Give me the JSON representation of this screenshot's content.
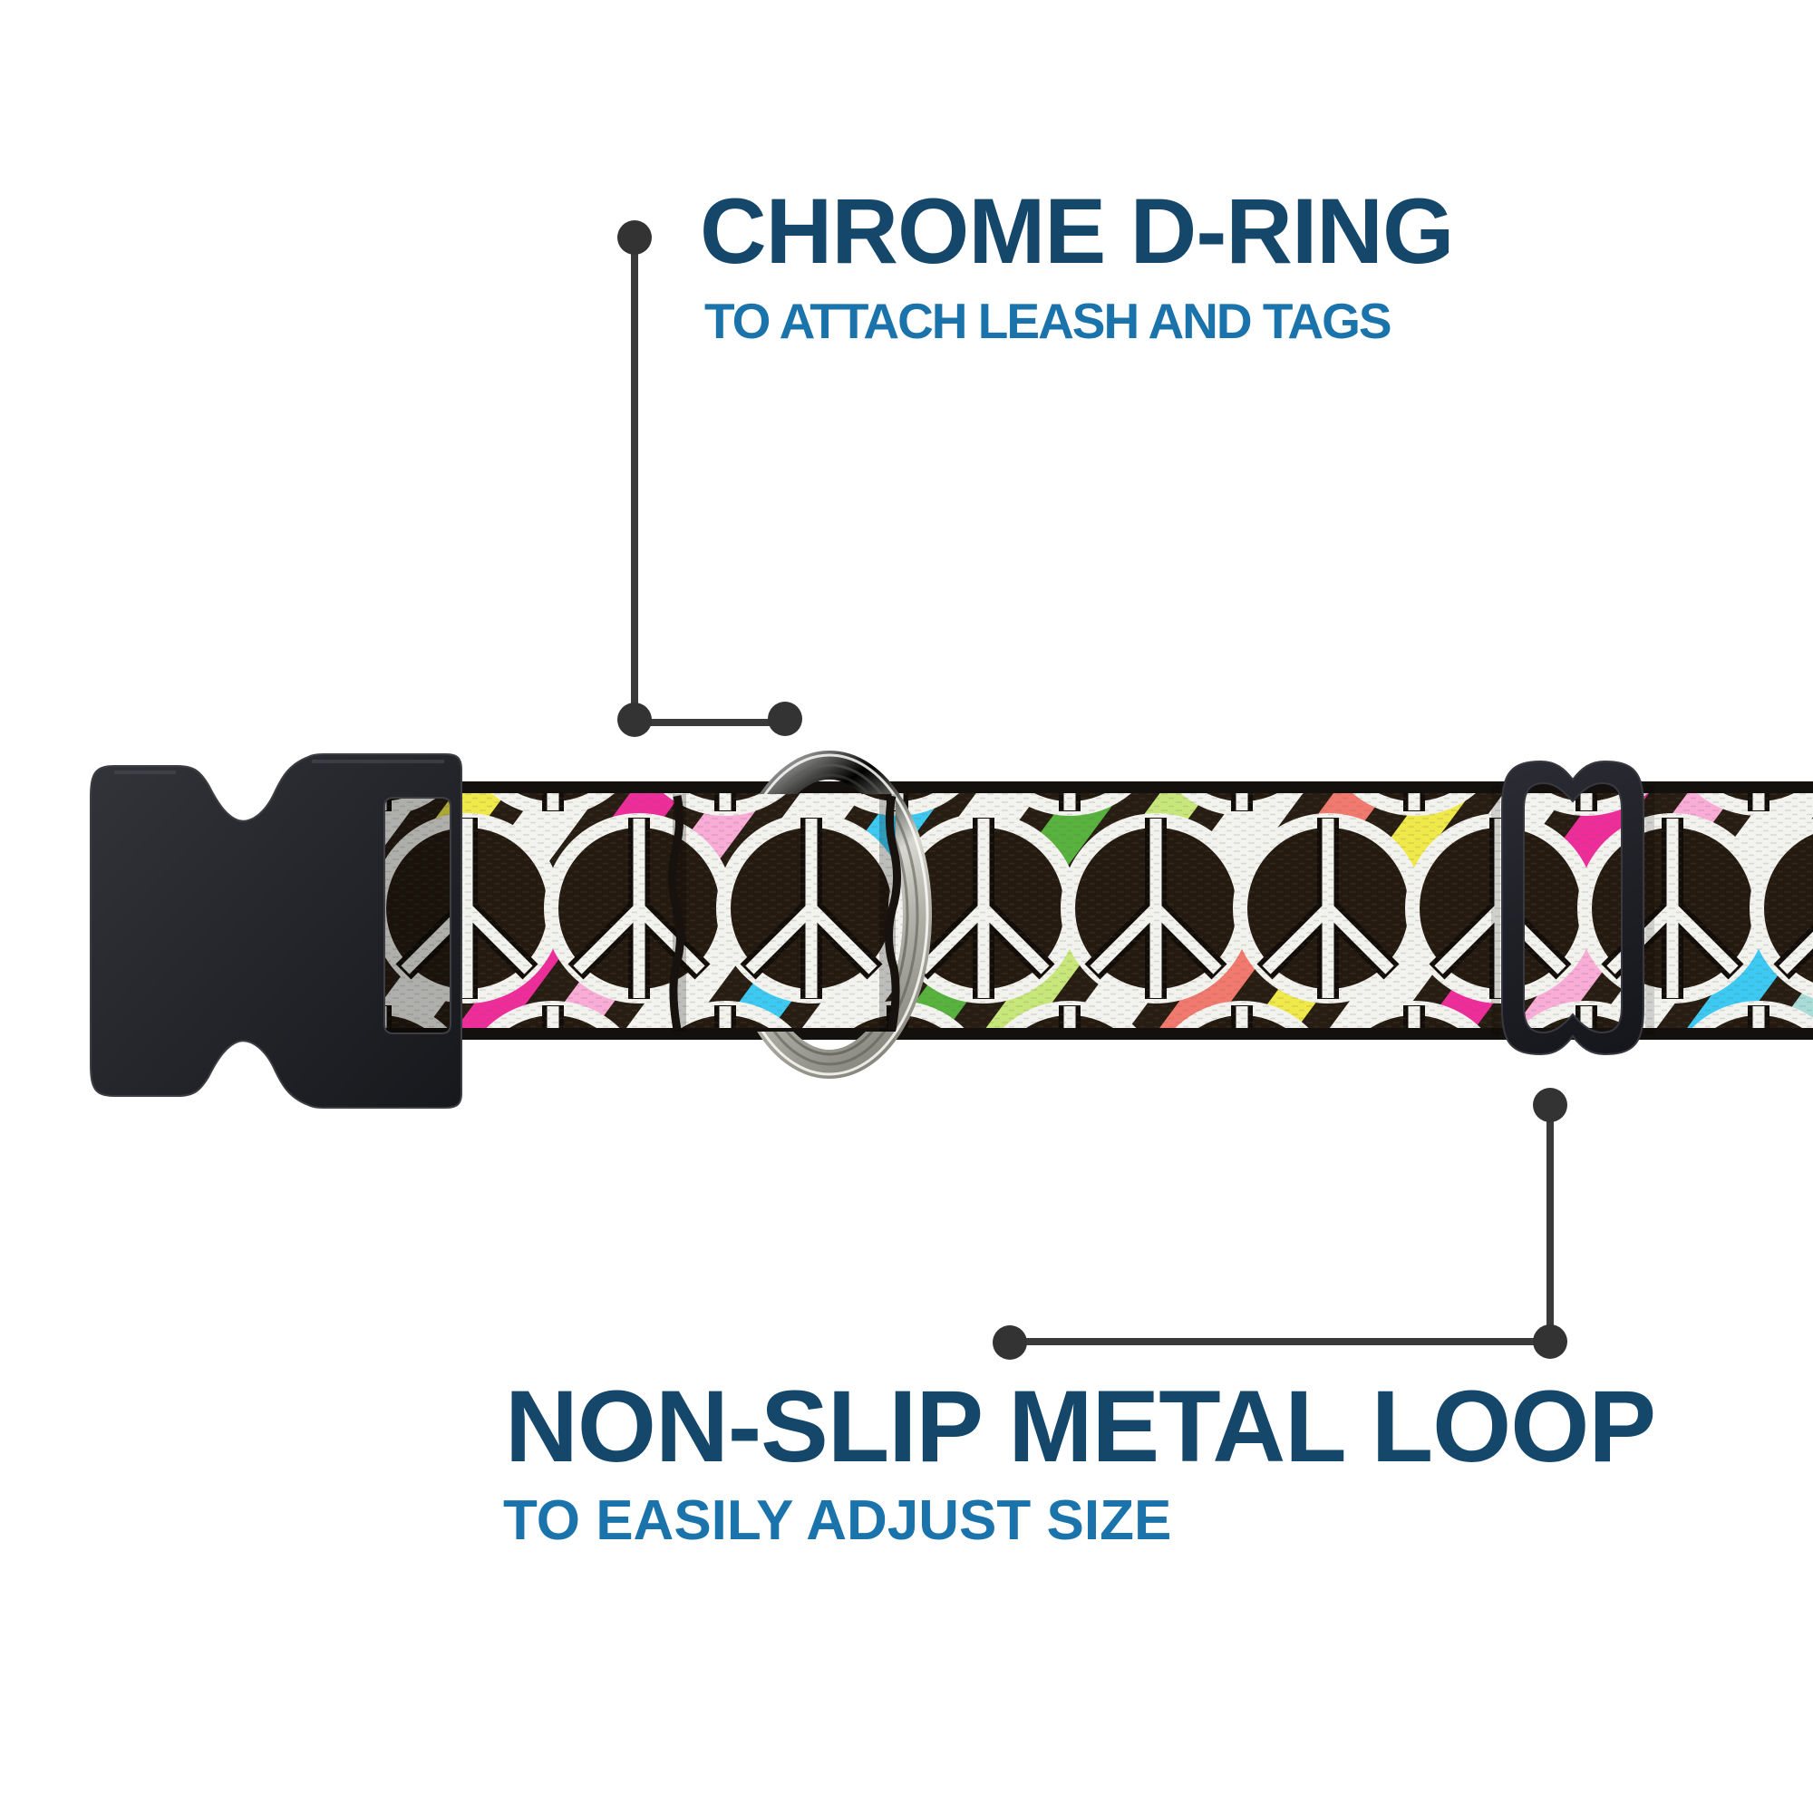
{
  "callouts": {
    "d_ring": {
      "title": "CHROME D-RING",
      "subtitle": "TO ATTACH LEASH AND TAGS"
    },
    "metal_loop": {
      "title": "NON-SLIP METAL LOOP",
      "subtitle": "TO EASILY ADJUST SIZE"
    }
  },
  "colors": {
    "background": "#ffffff",
    "title_text": "#15476b",
    "subtitle_text": "#1a73ab",
    "callout_line": "#3a3a3a",
    "callout_dot": "#333333",
    "buckle_plastic": "#25262b",
    "slider_plastic": "#202128",
    "chrome_light": "#f6f6f2",
    "chrome_dark": "#77776c",
    "webbing_background": "#271d12",
    "webbing_ring_white": "#f2f2ee",
    "webbing_stripes": [
      "#efe94a",
      "#ee2d9b",
      "#f8acd6",
      "#3cc9f2",
      "#a8dcd8",
      "#57b33e",
      "#c8e77a",
      "#f2796d",
      "#f3f3f0"
    ]
  }
}
